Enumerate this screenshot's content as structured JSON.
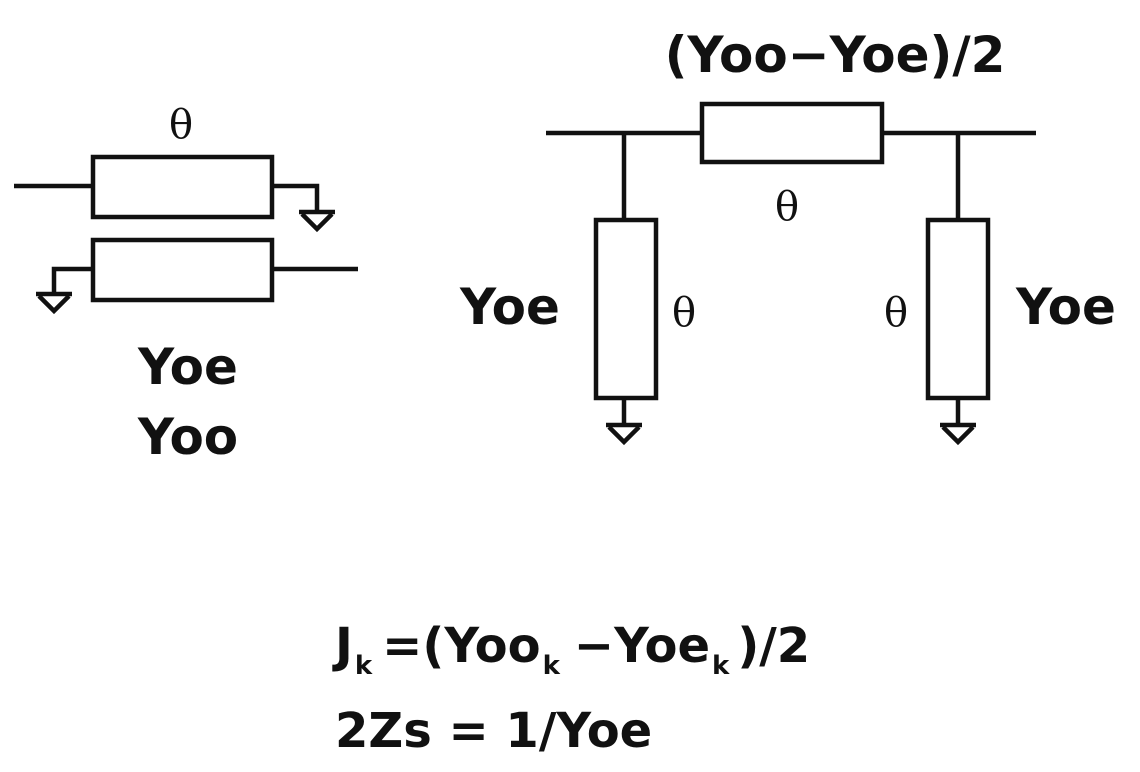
{
  "coupled_line": {
    "theta": "θ",
    "admittance_even": "Yoe",
    "admittance_odd": "Yoo"
  },
  "pi_network": {
    "series_label": "(Yoo−Yoe)/2",
    "series_theta": "θ",
    "left_stub_label": "Yoe",
    "left_stub_theta": "θ",
    "right_stub_label": "Yoe",
    "right_stub_theta": "θ"
  },
  "equations": {
    "j_main": "J",
    "j_sub": "k",
    "j_eq_open": "=(Yoo",
    "yoo_sub": "k",
    "j_minus": "−Yoe",
    "yoe_sub": "k",
    "j_close": ")/2",
    "zs_line": "2Zs = 1/Yoe"
  }
}
